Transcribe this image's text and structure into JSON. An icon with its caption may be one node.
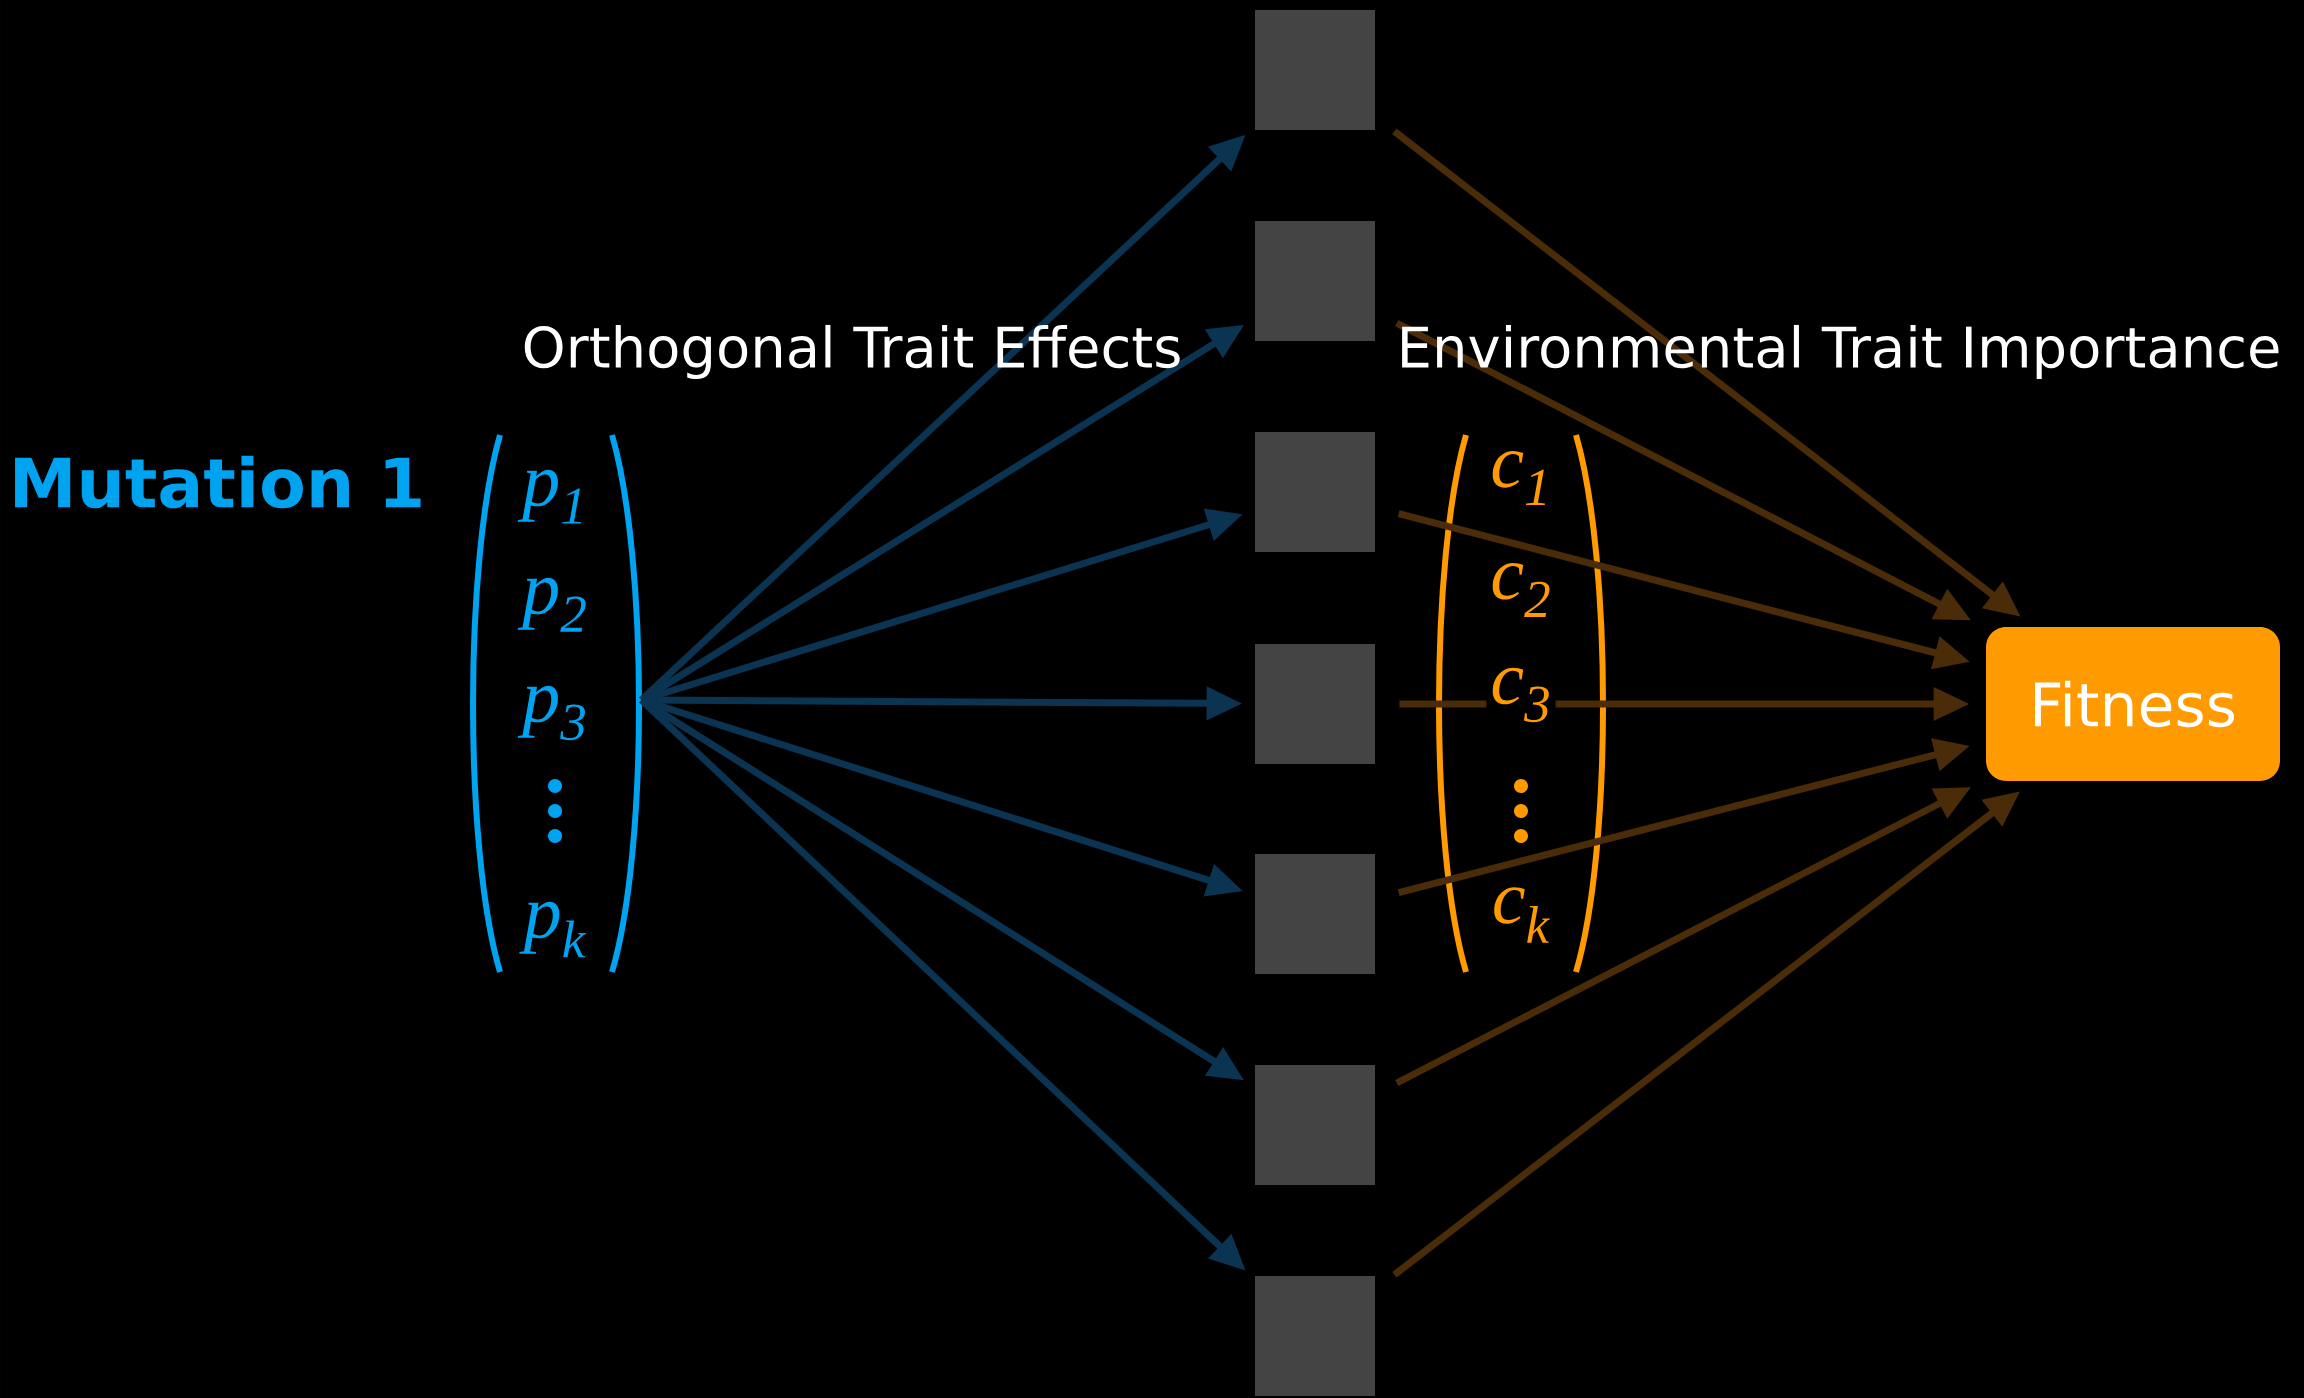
{
  "diagram": {
    "nodes": [
      {
        "text": [
          "*p*$_{1}$",
          "*p*$_{2}$",
          "*p*$_{3}$",
          "*p*$_{k}$"
        ]
      },
      {
        "text": [],
        "shape": "box"
      },
      {
        "text": [],
        "shape": "box"
      },
      {
        "text": [],
        "shape": "box"
      },
      {
        "text": [],
        "shape": "box"
      },
      {
        "text": [],
        "shape": "box"
      },
      {
        "text": [],
        "shape": "box"
      },
      {
        "text": [],
        "shape": "box"
      },
      {
        "text": [
          "Fitness"
        ]
      }
    ],
    "edges": [
      {
        "from": 0,
        "to": 1,
        "arrow": "to",
        "color": "#0b3352"
      },
      {
        "from": 0,
        "to": 2,
        "arrow": "to",
        "color": "#0b3352"
      },
      {
        "from": 0,
        "to": 3,
        "arrow": "to",
        "color": "#0b3352"
      },
      {
        "from": 0,
        "to": 4,
        "arrow": "to",
        "color": "#0b3352"
      },
      {
        "from": 0,
        "to": 5,
        "arrow": "to",
        "color": "#0b3352"
      },
      {
        "from": 0,
        "to": 6,
        "arrow": "to",
        "color": "#0b3352"
      },
      {
        "from": 0,
        "to": 7,
        "arrow": "to",
        "color": "#0b3352"
      },
      {
        "from": 1,
        "to": 8,
        "arrow": "to",
        "color": "#4a2c08"
      },
      {
        "from": 2,
        "to": 8,
        "arrow": "to",
        "color": "#4a2c08"
      },
      {
        "from": 3,
        "to": 8,
        "arrow": "to",
        "color": "#4a2c08"
      },
      {
        "from": 4,
        "to": 8,
        "arrow": "to",
        "color": "#4a2c08"
      },
      {
        "from": 5,
        "to": 8,
        "arrow": "to",
        "color": "#4a2c08"
      },
      {
        "from": 6,
        "to": 8,
        "arrow": "to",
        "color": "#4a2c08"
      },
      {
        "from": 7,
        "to": 8,
        "arrow": "to",
        "color": "#4a2c08"
      }
    ],
    "labels": [
      "Orthogonal Trait Effects",
      "Environmental Trait Importance",
      "Mutation 1",
      "*c*$_{1}$",
      "*c*$_{2}$",
      "*c*$_{3}$",
      "*c*$_{k}$"
    ]
  }
}
